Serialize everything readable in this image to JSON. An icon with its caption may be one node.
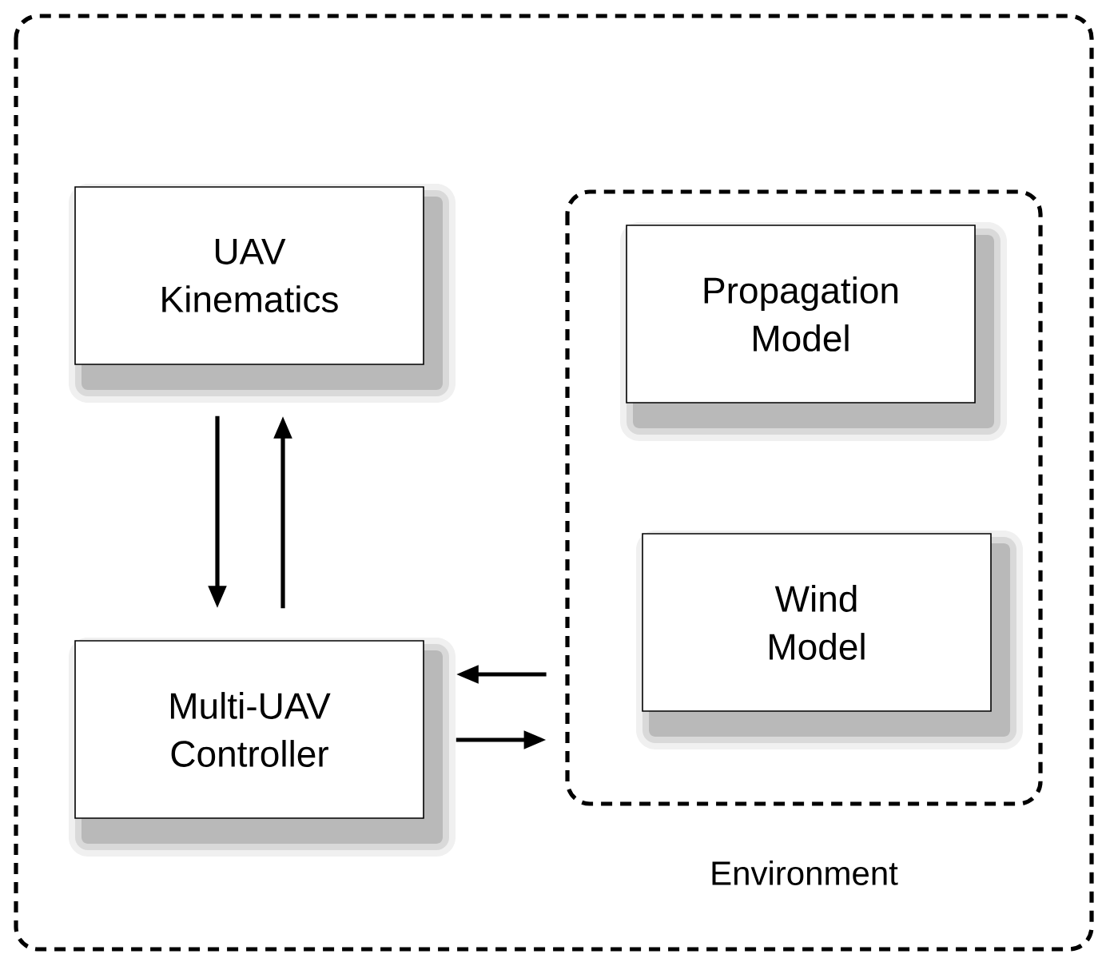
{
  "diagram": {
    "nodes": [
      {
        "text": [],
        "shape": "box"
      },
      {
        "text": [
          "UAV Kinematics"
        ],
        "in": 0
      },
      {
        "text": [
          "Multi-UAV Controller"
        ],
        "in": 0
      },
      {
        "text": [
          "Environment"
        ],
        "in": 0
      },
      {
        "text": [
          "Propagation Model"
        ],
        "in": 3
      },
      {
        "text": [
          "Wind Model"
        ],
        "in": 3
      }
    ],
    "edges": [
      {
        "from": 1,
        "to": 2,
        "arrow": "to"
      },
      {
        "from": 2,
        "to": 1,
        "arrow": "to"
      },
      {
        "from": 3,
        "to": 2,
        "arrow": "to"
      },
      {
        "from": 2,
        "to": 3,
        "arrow": "to"
      }
    ]
  }
}
